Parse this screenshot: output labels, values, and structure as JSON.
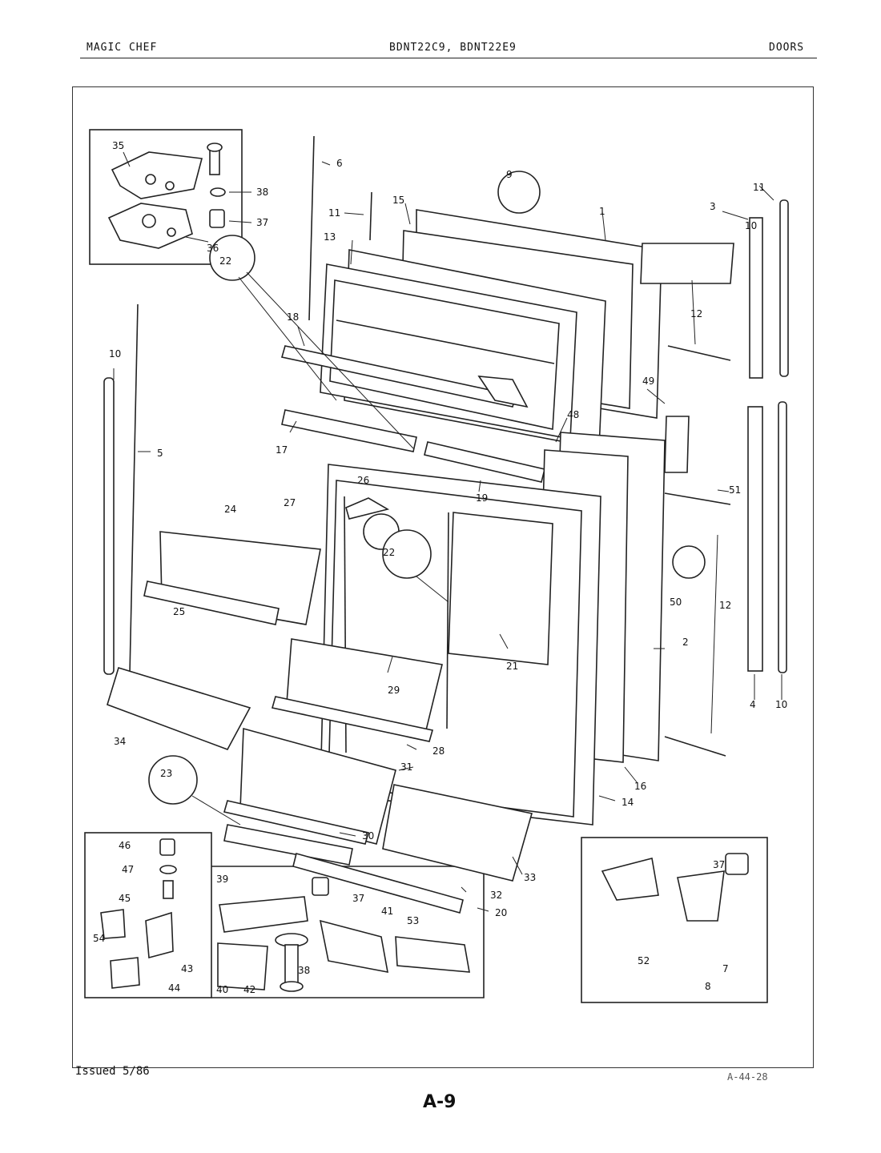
{
  "header": {
    "brand": "MAGIC CHEF",
    "models": "BDNT22C9, BDNT22E9",
    "section": "DOORS"
  },
  "footer": {
    "issued": "Issued 5/86",
    "ref": "A-44-28",
    "page": "A-9"
  },
  "callouts": [
    "1",
    "2",
    "3",
    "4",
    "5",
    "6",
    "7",
    "8",
    "9",
    "10",
    "10",
    "10",
    "11",
    "11",
    "12",
    "12",
    "13",
    "14",
    "15",
    "16",
    "17",
    "18",
    "19",
    "20",
    "21",
    "22",
    "22",
    "23",
    "24",
    "25",
    "26",
    "27",
    "28",
    "29",
    "30",
    "31",
    "32",
    "33",
    "34",
    "35",
    "36",
    "37",
    "37",
    "37",
    "38",
    "38",
    "39",
    "40",
    "41",
    "42",
    "43",
    "44",
    "45",
    "46",
    "47",
    "48",
    "49",
    "50",
    "51",
    "52",
    "53",
    "54"
  ]
}
